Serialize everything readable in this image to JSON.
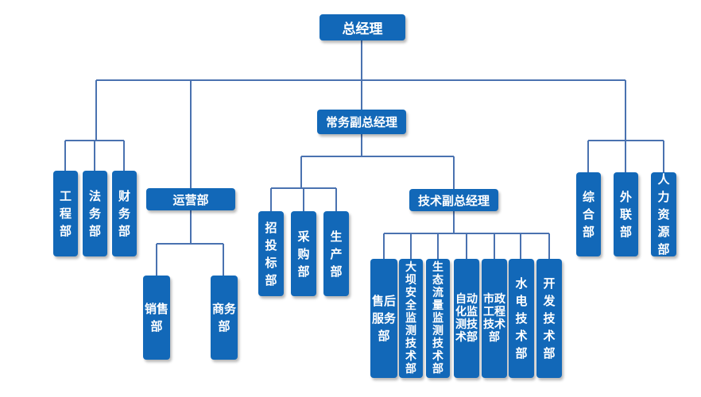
{
  "org": {
    "ceo": "总经理",
    "deputy_general": "常务副总经理",
    "operations": "运营部",
    "tech_deputy": "技术副总经理",
    "left_depts": [
      "工程部",
      "法务部",
      "财务部"
    ],
    "ops_depts": [
      "销售部",
      "商务部"
    ],
    "deputy_depts": [
      "招投标部",
      "采购部",
      "生产部"
    ],
    "tech_depts": [
      "售后服务部",
      "大坝安全监测技术部",
      "生态流量监测技术部",
      "自动化监测技术部",
      "市政工程技术部",
      "水电技术部",
      "开发技术部"
    ],
    "right_depts": [
      "综合部",
      "外联部",
      "人力资源部"
    ]
  },
  "colors": {
    "node": "#1268b8",
    "line": "#4a72b0",
    "text": "#ffffff"
  }
}
